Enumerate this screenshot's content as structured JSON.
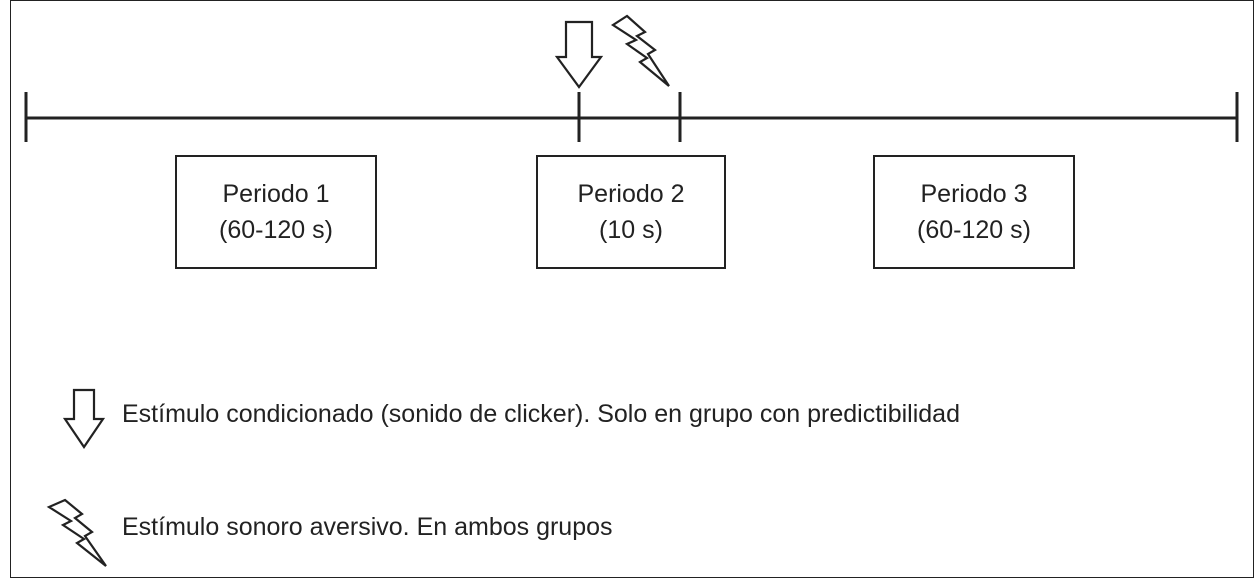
{
  "periods": [
    {
      "name": "Periodo 1",
      "duration": "(60-120 s)"
    },
    {
      "name": "Periodo 2",
      "duration": "(10 s)"
    },
    {
      "name": "Periodo 3",
      "duration": "(60-120 s)"
    }
  ],
  "legend": {
    "conditioned_stimulus": {
      "icon": "down-arrow-icon",
      "text": "Estímulo condicionado (sonido de clicker). Solo en grupo con predictibilidad"
    },
    "aversive_stimulus": {
      "icon": "lightning-bolt-icon",
      "text": "Estímulo sonoro aversivo. En ambos grupos"
    }
  },
  "colors": {
    "line": "#222222",
    "background": "#ffffff"
  }
}
